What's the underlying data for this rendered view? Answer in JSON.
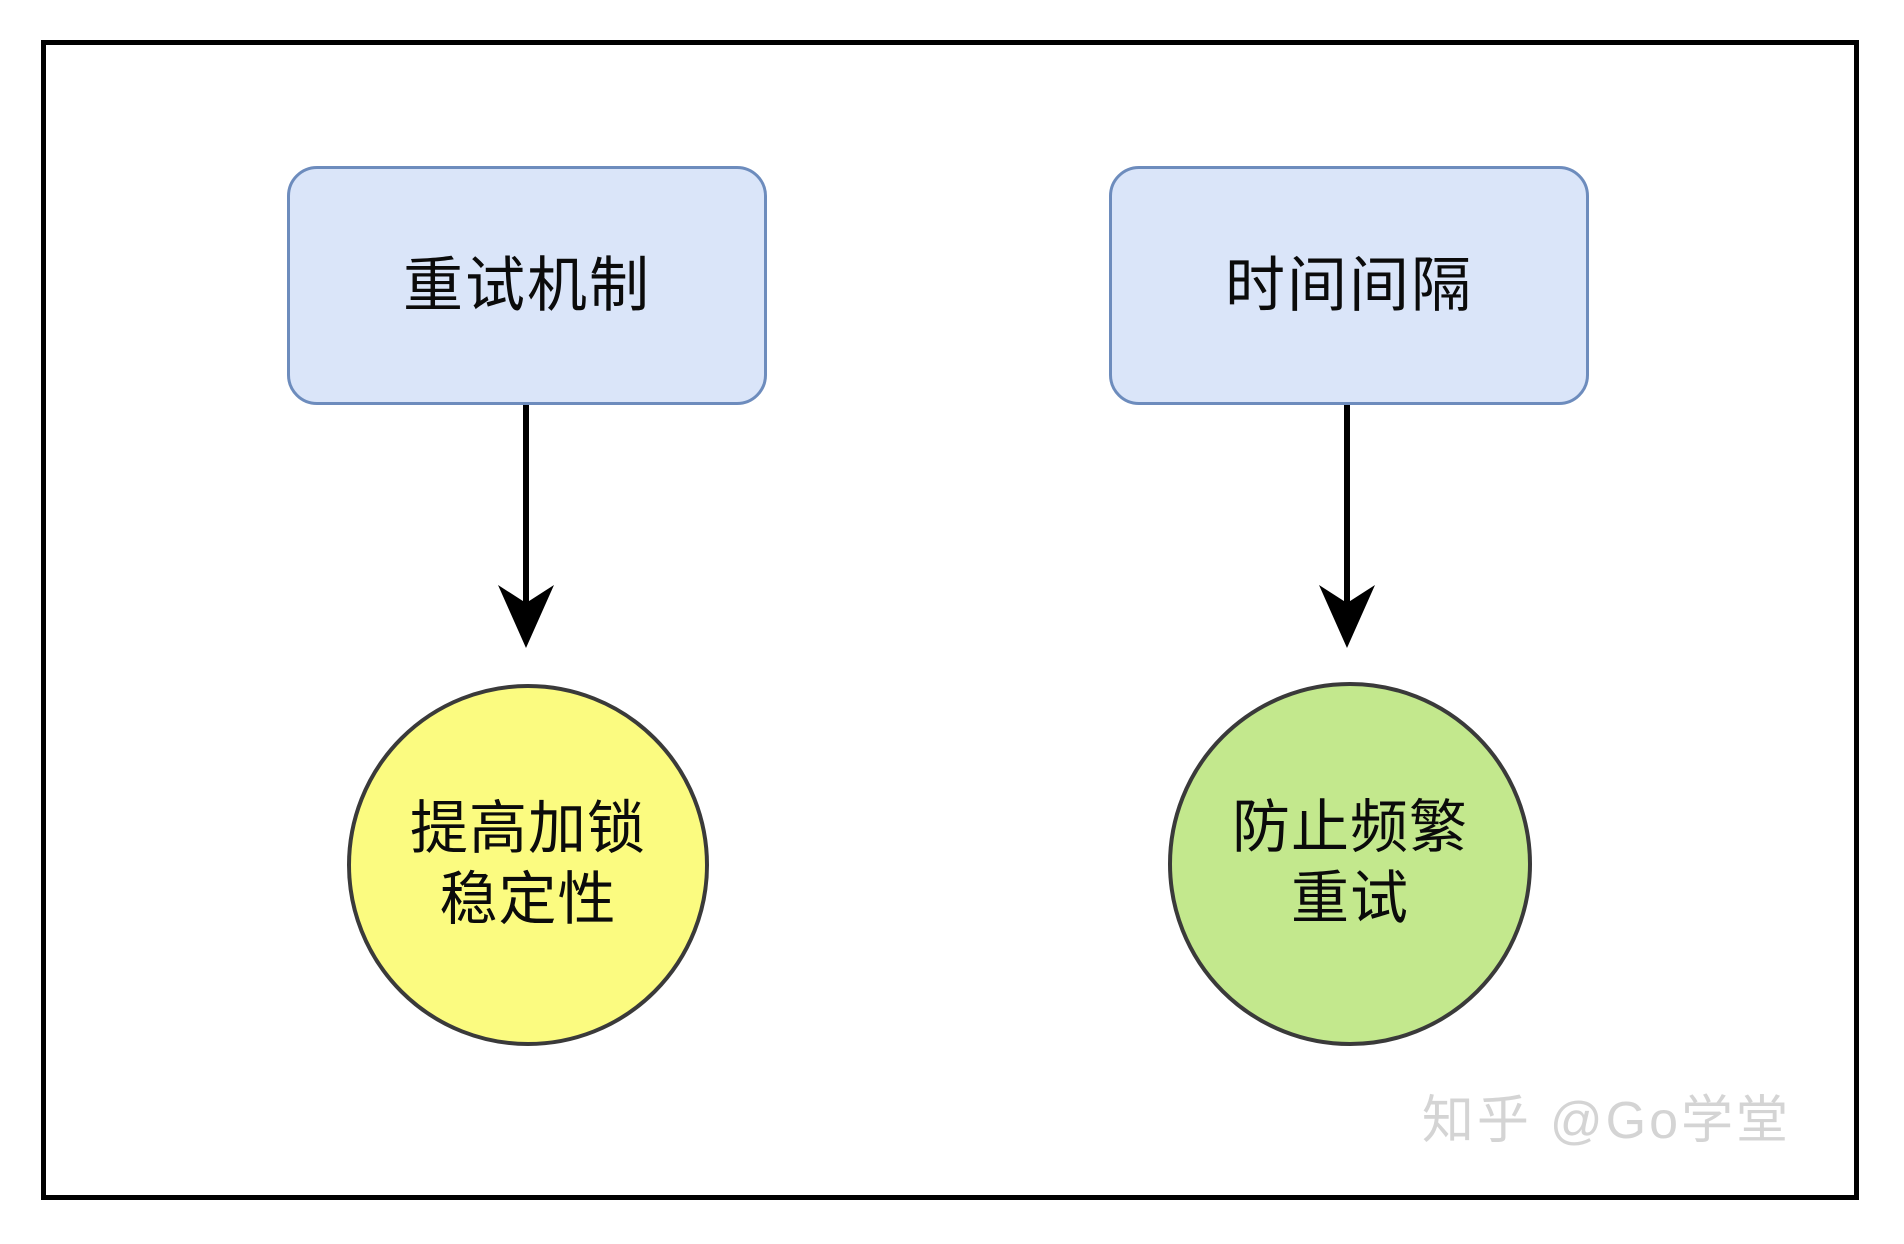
{
  "diagram": {
    "title": "",
    "nodes": [
      {
        "id": "retry-mechanism",
        "label": "重试机制",
        "shape": "rounded-rect",
        "fill": "#dae5f9",
        "stroke": "#6d8cbd"
      },
      {
        "id": "time-interval",
        "label": "时间间隔",
        "shape": "rounded-rect",
        "fill": "#dae5f9",
        "stroke": "#6d8cbd"
      },
      {
        "id": "improve-stability",
        "label_line1": "提高加锁",
        "label_line2": "稳定性",
        "shape": "circle",
        "fill": "#fbfb80",
        "stroke": "#3a3a3a"
      },
      {
        "id": "prevent-retry",
        "label_line1": "防止频繁",
        "label_line2": "重试",
        "shape": "circle",
        "fill": "#c3e88d",
        "stroke": "#3a3a3a"
      }
    ],
    "edges": [
      {
        "id": "edge-retry-to-stability",
        "from": "重试机制",
        "to": "提高加锁稳定性",
        "style": "arrow-down",
        "color": "#000000"
      },
      {
        "id": "edge-interval-to-prevent",
        "from": "时间间隔",
        "to": "防止频繁重试",
        "style": "arrow-down",
        "color": "#000000"
      }
    ],
    "frame": {
      "stroke": "#000000"
    }
  },
  "watermark": {
    "brand": "知乎",
    "handle": "@Go学堂",
    "color": "#d4d4d4"
  }
}
